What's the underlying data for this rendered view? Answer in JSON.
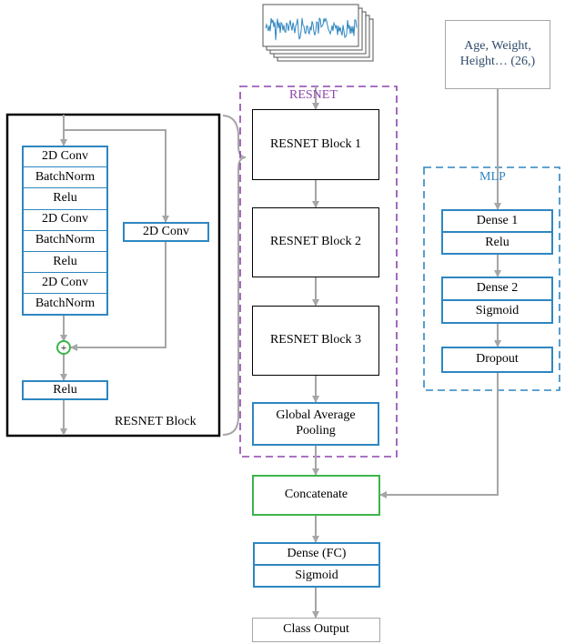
{
  "input": {
    "features_text": "Age, Weight, Height… (26,)"
  },
  "resblock": {
    "layers": [
      "2D Conv",
      "BatchNorm",
      "Relu",
      "2D Conv",
      "BatchNorm",
      "Relu",
      "2D Conv",
      "BatchNorm"
    ],
    "shortcut": "2D Conv",
    "add_symbol": "+",
    "relu": "Relu",
    "title": "RESNET Block"
  },
  "resnet": {
    "title": "RESNET",
    "blocks": [
      "RESNET Block 1",
      "RESNET Block 2",
      "RESNET Block 3"
    ],
    "pooling": "Global Average Pooling"
  },
  "mlp": {
    "title": "MLP",
    "dense1": "Dense 1",
    "relu": "Relu",
    "dense2": "Dense 2",
    "sigmoid": "Sigmoid",
    "dropout": "Dropout"
  },
  "head": {
    "concat": "Concatenate",
    "dense_fc": "Dense (FC)",
    "sigmoid": "Sigmoid",
    "output": "Class Output"
  },
  "colors": {
    "blue": "#2e86c1",
    "purple": "#8e44ad",
    "teal": "#2e86c1",
    "green": "#3cb44b",
    "arrow": "#a6a6a6"
  }
}
